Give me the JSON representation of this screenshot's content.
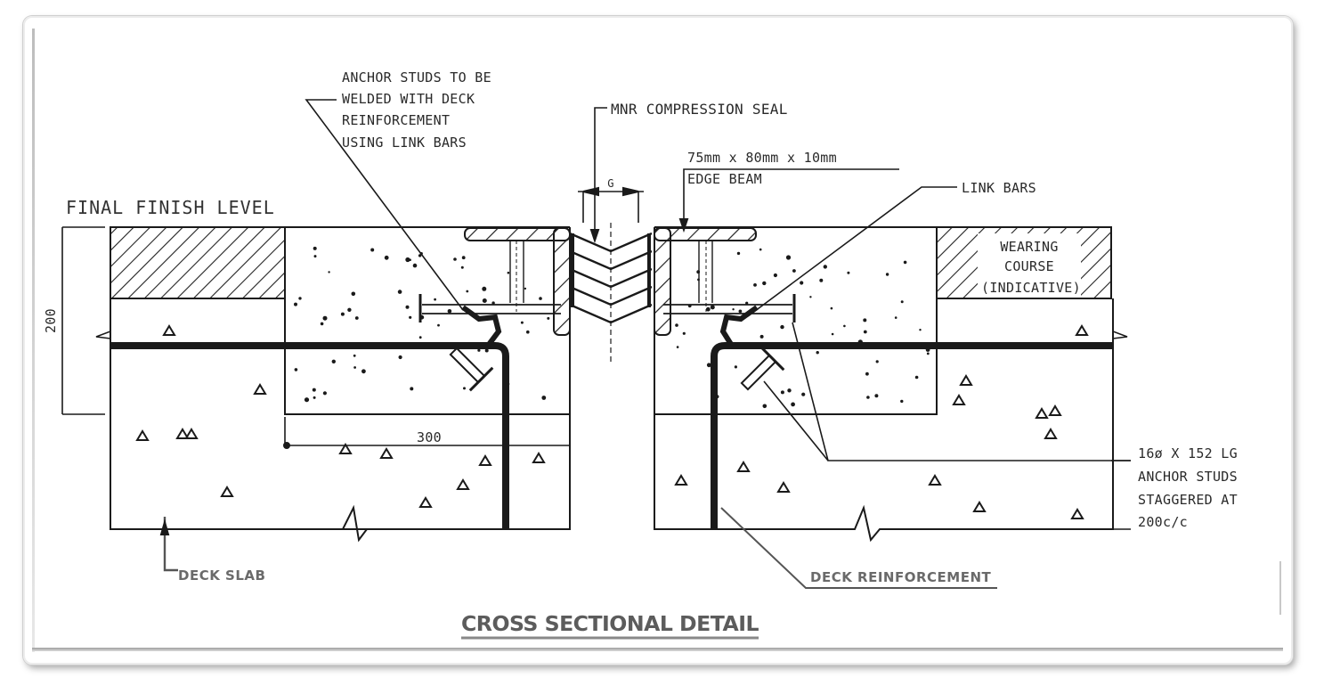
{
  "drawing": {
    "title": "CROSS SECTIONAL DETAIL",
    "labels": {
      "anchor_studs_note": [
        "ANCHOR STUDS TO BE",
        "WELDED WITH DECK",
        "REINFORCEMENT",
        "USING LINK BARS"
      ],
      "compression_seal": "MNR COMPRESSION SEAL",
      "edge_beam": [
        "75mm x 80mm x 10mm",
        "EDGE BEAM"
      ],
      "link_bars": "LINK BARS",
      "final_finish_level": "FINAL FINISH LEVEL",
      "wearing_course": [
        "WEARING",
        "COURSE",
        "(INDICATIVE)"
      ],
      "anchor_studs_spec": [
        "16ø X 152 LG",
        "ANCHOR STUDS",
        "STAGGERED AT",
        "200c/c"
      ],
      "deck_slab": "DECK SLAB",
      "deck_reinforcement": "DECK REINFORCEMENT",
      "gap": "G"
    },
    "dimensions": {
      "depth": "200",
      "nosing_width": "300"
    },
    "colors": {
      "line": "#1a1a1a",
      "text": "#2a2a2a",
      "background": "#ffffff"
    }
  }
}
